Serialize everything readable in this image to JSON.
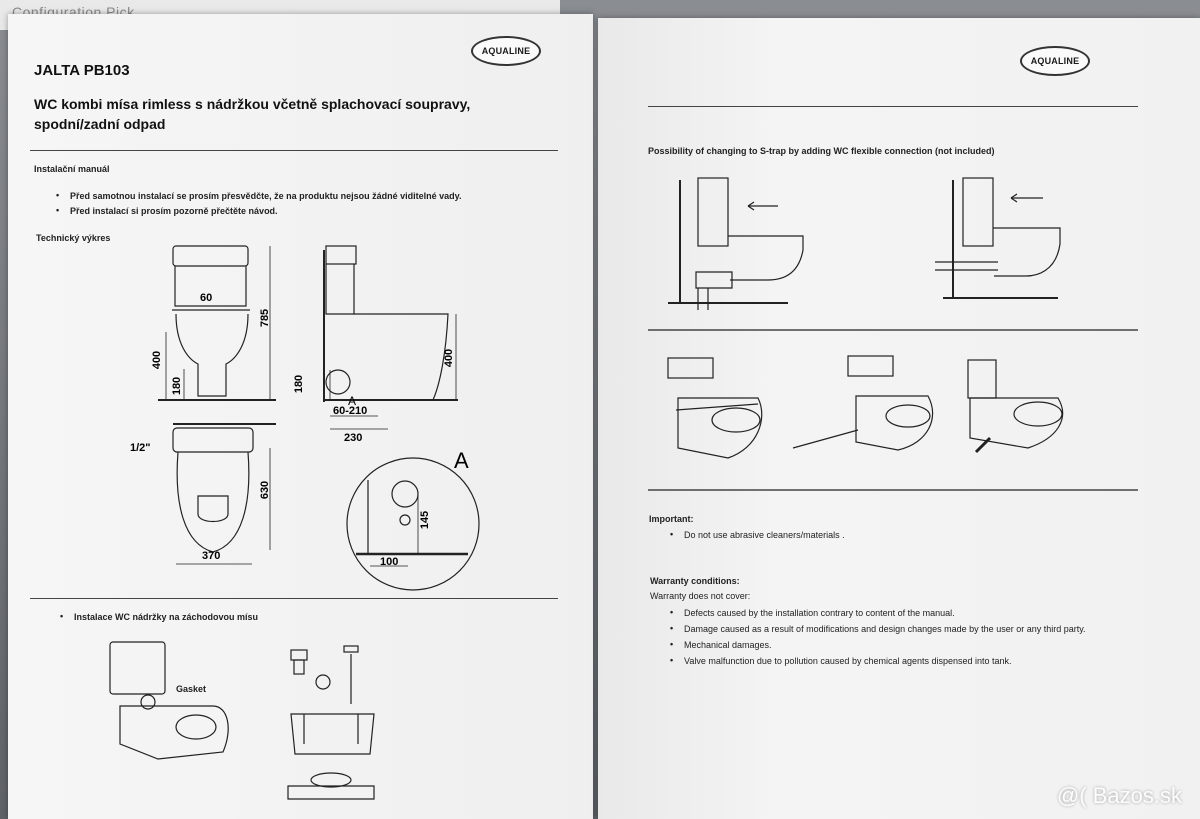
{
  "background_page_header": "Configuration Pick",
  "left_page": {
    "logo": "AQUALINE",
    "product_code": "JALTA PB103",
    "product_title_line1": "WC kombi mísa rimless s nádržkou včetně splachovací soupravy,",
    "product_title_line2": "spodní/zadní odpad",
    "section_manual": "Instalační manuál",
    "bullets": [
      "Před samotnou instalací se prosím přesvědčte, že na produktu nejsou žádné viditelné vady.",
      "Před instalací si prosím pozorně přečtěte návod."
    ],
    "section_drawing": "Technický výkres",
    "dimensions": {
      "d60": "60",
      "d785": "785",
      "d400_left": "400",
      "d180_left": "180",
      "d180_right": "180",
      "d400_right": "400",
      "d60_210": "60-210",
      "d230": "230",
      "d_half_inch": "1/2\"",
      "d630": "630",
      "d370": "370",
      "detail_letter_small": "A",
      "detail_letter_large": "A",
      "d145": "145",
      "d100": "100"
    },
    "section_install": "Instalace WC nádržky na záchodovou mísu",
    "gasket_label": "Gasket"
  },
  "right_page": {
    "logo": "AQUALINE",
    "strap_heading": "Possibility of changing to S-trap by adding WC flexible connection (not included)",
    "important_heading": "Important:",
    "important_bullets": [
      "Do not use abrasive cleaners/materials ."
    ],
    "warranty_heading": "Warranty conditions:",
    "warranty_intro": "Warranty does not cover:",
    "warranty_bullets": [
      "Defects caused by the installation contrary to content of the manual.",
      "Damage caused as a result of modifications and design changes made by the user or any third party.",
      "Mechanical damages.",
      "Valve malfunction due to pollution caused by chemical agents dispensed into tank."
    ]
  },
  "watermark": "@( Bazos.sk"
}
